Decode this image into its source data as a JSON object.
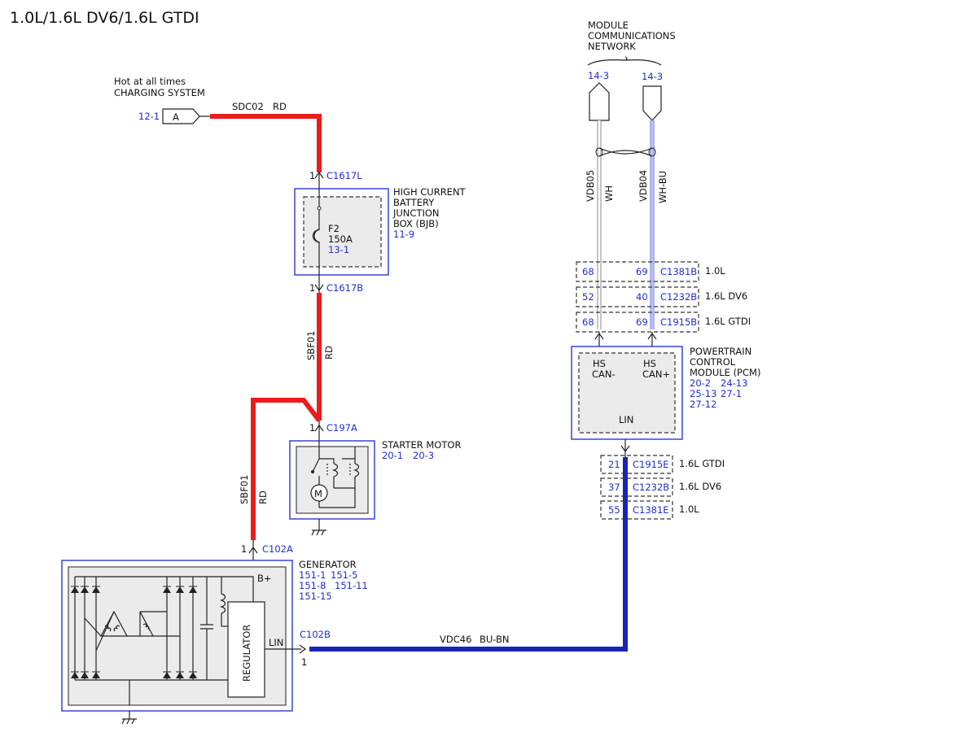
{
  "title": "1.0L/1.6L DV6/1.6L GTDI",
  "colors": {
    "power_wire": "#ea1c1c",
    "lin_wire": "#1a23b8",
    "ref_text": "#1f2fd0",
    "ink": "#111111"
  },
  "source": {
    "line1": "Hot at all times",
    "line2": "CHARGING SYSTEM",
    "ref": "12-1",
    "terminal": "A"
  },
  "wires": {
    "sdc02": {
      "circuit": "SDC02",
      "color": "RD"
    },
    "sbf01_upper": {
      "circuit": "SBF01",
      "color": "RD"
    },
    "sbf01_lower": {
      "circuit": "SBF01",
      "color": "RD"
    },
    "vdc46": {
      "circuit": "VDC46",
      "color": "BU-BN"
    },
    "vdb05": {
      "circuit": "VDB05",
      "color": "WH"
    },
    "vdb04": {
      "circuit": "VDB04",
      "color": "WH-BU"
    }
  },
  "bjb": {
    "name_lines": [
      "HIGH CURRENT",
      "BATTERY",
      "JUNCTION",
      "BOX (BJB)"
    ],
    "ref": "11-9",
    "connector_in": {
      "pin": "1",
      "id": "C1617L"
    },
    "connector_out": {
      "pin": "1",
      "id": "C1617B"
    },
    "fuse": {
      "name": "F2",
      "rating": "150A",
      "ref": "13-1"
    }
  },
  "starter": {
    "name": "STARTER MOTOR",
    "refs": [
      "20-1",
      "20-3"
    ],
    "connector": {
      "pin": "1",
      "id": "C197A"
    },
    "motor_symbol": "M"
  },
  "generator": {
    "name": "GENERATOR",
    "refs_rows": [
      [
        "151-1",
        "151-5"
      ],
      [
        "151-8",
        "151-11"
      ],
      [
        "151-15"
      ]
    ],
    "connector_bplus": {
      "pin": "1",
      "id": "C102A"
    },
    "bplus_label": "B+",
    "regulator_label": "REGULATOR",
    "lin_label": "LIN",
    "connector_lin": {
      "pin": "1",
      "id": "C102B"
    }
  },
  "network": {
    "label_lines": [
      "MODULE",
      "COMMUNICATIONS",
      "NETWORK"
    ],
    "ref_left": "14-3",
    "ref_right": "14-3"
  },
  "pcm": {
    "name_lines": [
      "POWERTRAIN",
      "CONTROL",
      "MODULE (PCM)"
    ],
    "refs_rows": [
      [
        "20-2",
        "24-13"
      ],
      [
        "25-13",
        "27-1"
      ],
      [
        "27-12"
      ]
    ],
    "pin_left_lines": [
      "HS",
      "CAN-"
    ],
    "pin_right_lines": [
      "HS",
      "CAN+"
    ],
    "lin_label": "LIN"
  },
  "can_connectors": [
    {
      "pin_left": "68",
      "pin_right": "69",
      "id": "C1381B",
      "engine": "1.0L"
    },
    {
      "pin_left": "52",
      "pin_right": "40",
      "id": "C1232B",
      "engine": "1.6L DV6"
    },
    {
      "pin_left": "68",
      "pin_right": "69",
      "id": "C1915B",
      "engine": "1.6L GTDI"
    }
  ],
  "lin_connectors": [
    {
      "pin": "21",
      "id": "C1915E",
      "engine": "1.6L GTDI"
    },
    {
      "pin": "37",
      "id": "C1232B",
      "engine": "1.6L DV6"
    },
    {
      "pin": "55",
      "id": "C1381E",
      "engine": "1.0L"
    }
  ]
}
